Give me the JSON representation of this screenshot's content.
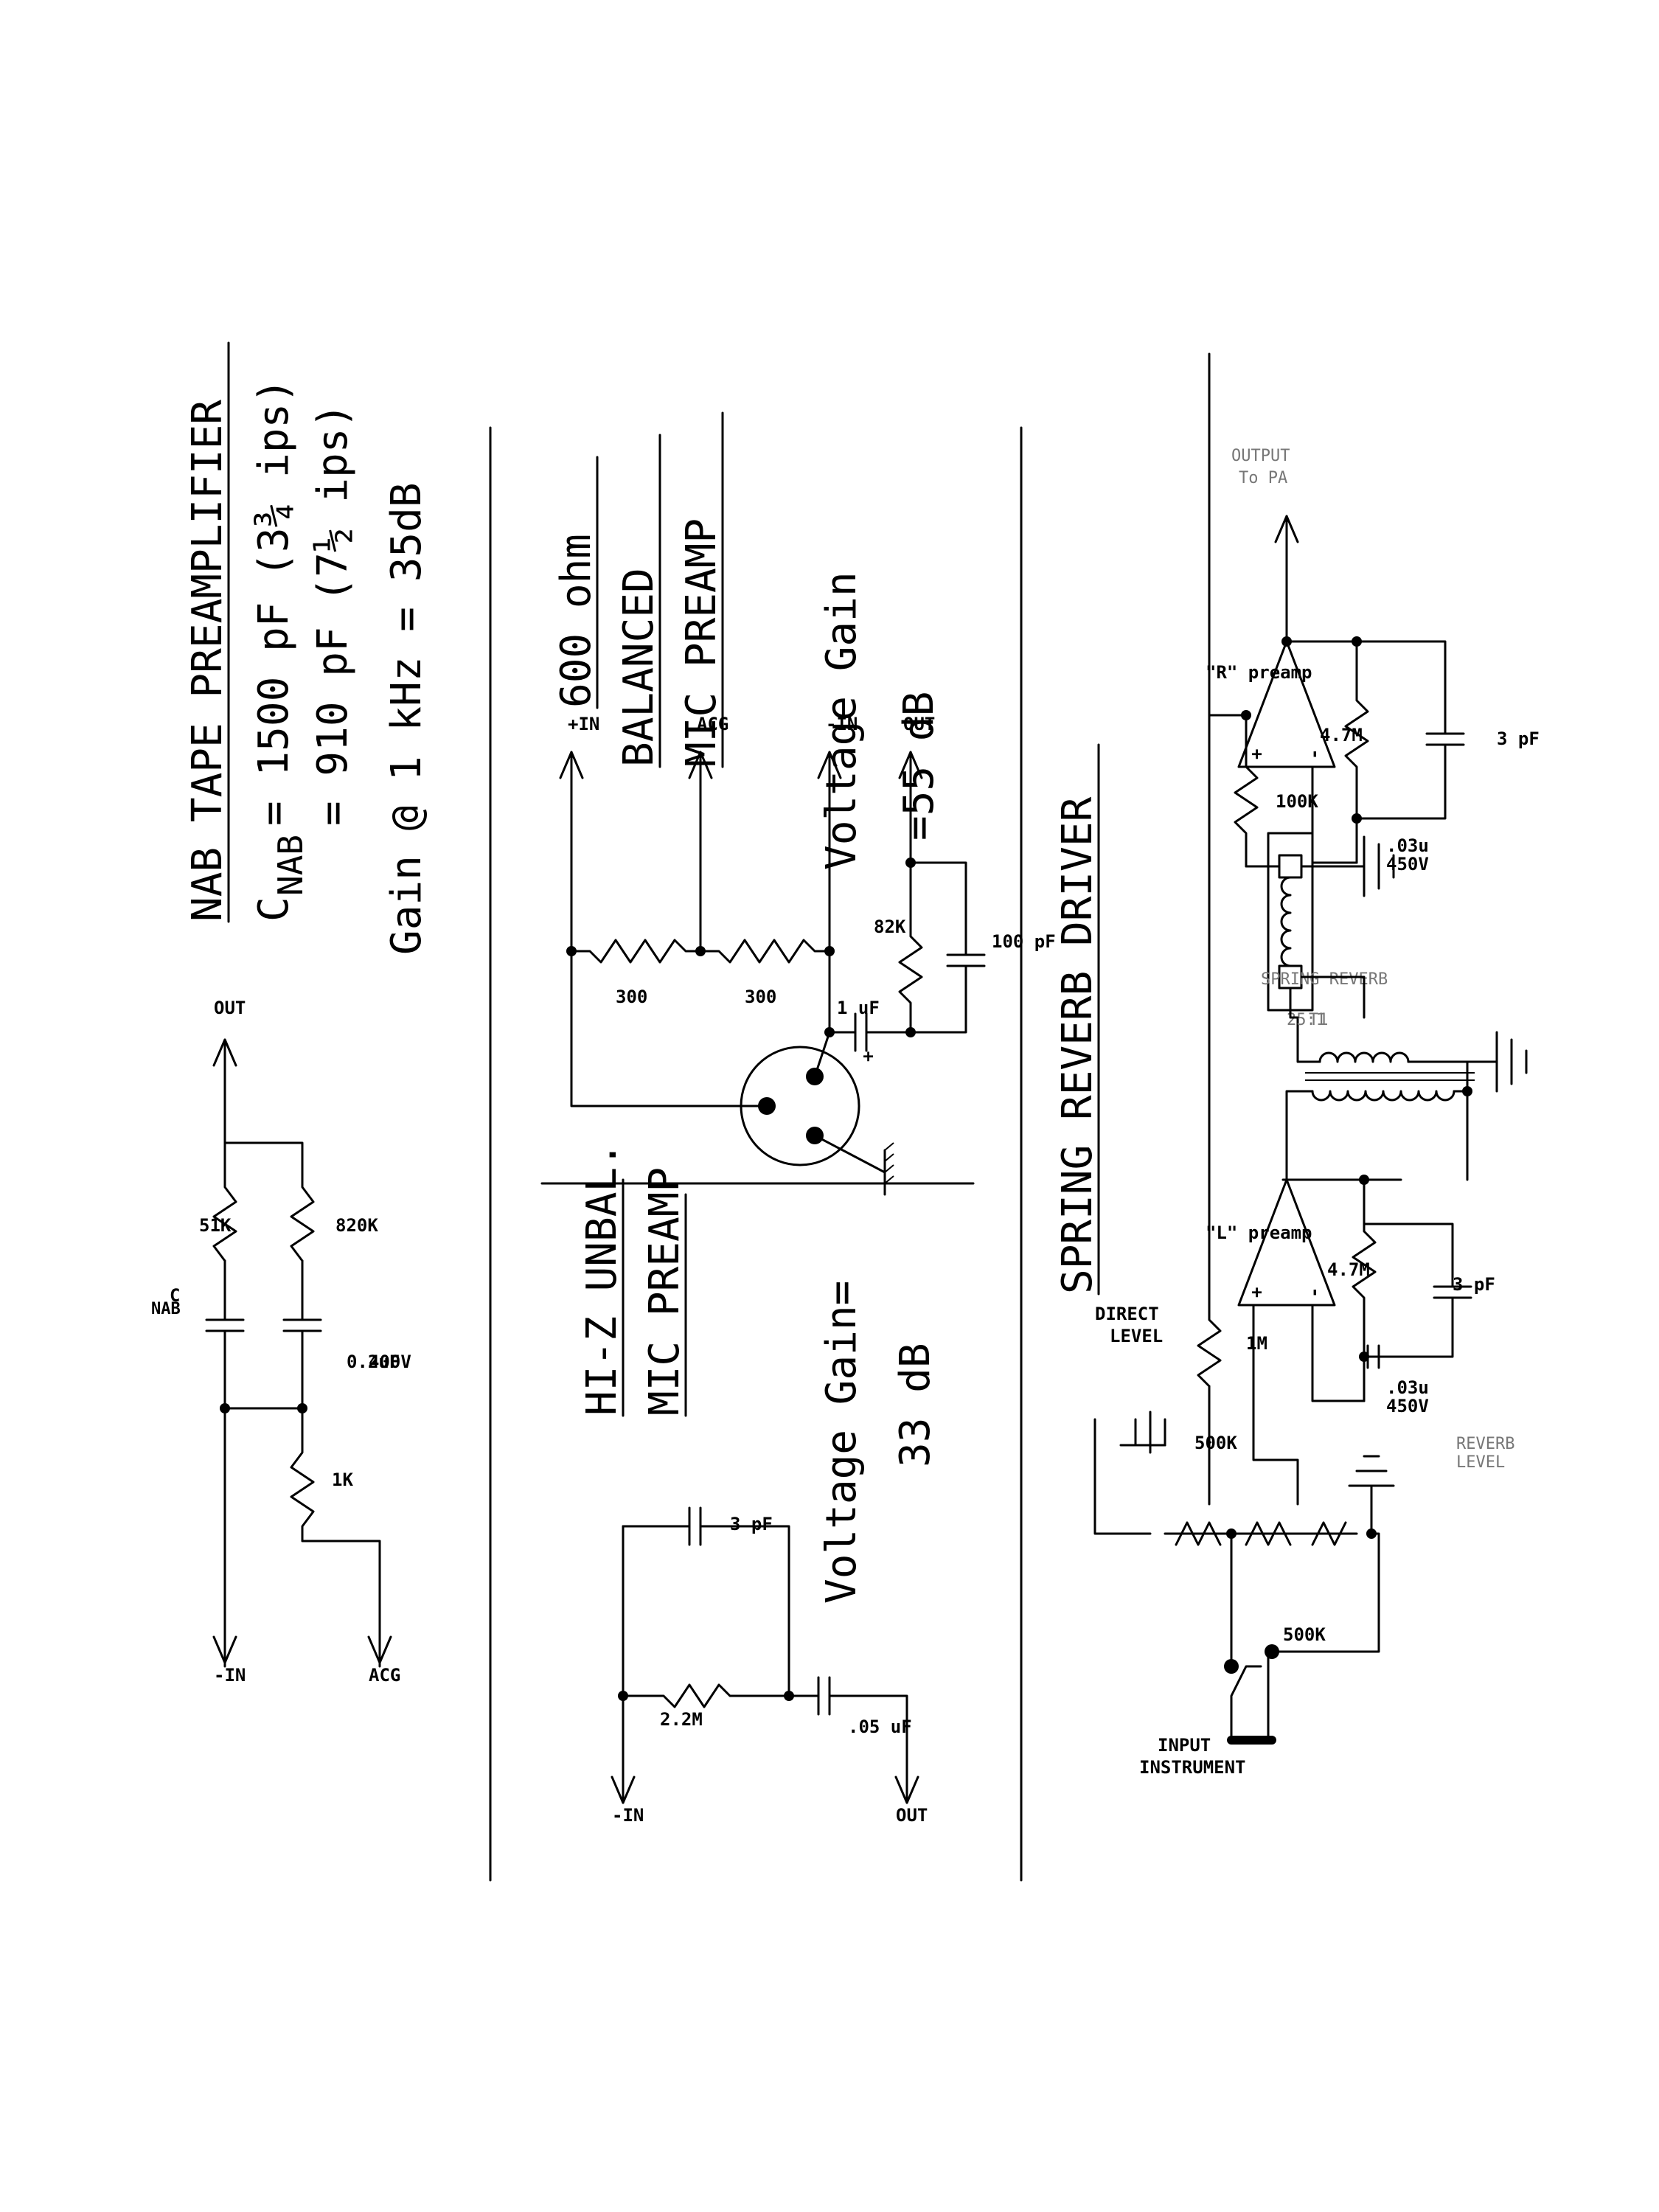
{
  "nab": {
    "title": "NAB TAPE PREAMPLIFIER",
    "cnab_line": "C",
    "cnab_sub": "NAB",
    "cnab_value": "= 1500 pF (3¾ ips)",
    "cnab_value2": "= 910 pF (7½ ips)",
    "gain": "Gain @ 1 kHz = 35dB",
    "labels": {
      "in": "-IN",
      "acg": "ACG",
      "out": "OUT",
      "cnab_c": "C",
      "cnab_c_sub": "NAB",
      "r51k": "51K",
      "r820k": "820K",
      "c02": "0.2uF",
      "c02v": "400V",
      "r1k": "1K"
    }
  },
  "balanced": {
    "title1": "600 ohm",
    "title2": "BALANCED",
    "title3": "MIC PREAMP",
    "gain_label": "Voltage Gain",
    "gain_value": "=55 dB",
    "labels": {
      "pin": "+IN",
      "acg": "ACG",
      "nin": "-IN",
      "out": "OUT",
      "r300a": "300",
      "r300b": "300",
      "c1uf": "1 uF",
      "r82k": "82K",
      "c100pf": "100 pF",
      "plus": "+"
    }
  },
  "hiz": {
    "title1": "HI-Z UNBAL.",
    "title2": "MIC PREAMP",
    "gain_label": "Voltage Gain=",
    "gain_value": "33 dB",
    "labels": {
      "in": "-IN",
      "out": "OUT",
      "r22m": "2.2M",
      "c3pf": "3 pF",
      "c05uf": ".05 uF"
    }
  },
  "reverb": {
    "title": "SPRING REVERB DRIVER",
    "labels": {
      "r_preamp": "\"R\" preamp",
      "l_preamp": "\"L\" preamp",
      "r100k": "100K",
      "r47m_r": "4.7M",
      "c3pf_r": "3 pF",
      "c03u_r": ".03u",
      "c450v_r": "450V",
      "r47m_l": "4.7M",
      "c3pf_l": "3 pF",
      "c03u_l": ".03u",
      "c450v_l": "450V",
      "output1": "OUTPUT",
      "output2": "To PA",
      "spring": "SPRING REVERB",
      "t1": "T1",
      "t1_ratio": "25:1",
      "direct1": "DIRECT",
      "direct2": "LEVEL",
      "r1m": "1M",
      "r500k_a": "500K",
      "r500k_b": "500K",
      "reverb1": "REVERB",
      "reverb2": "LEVEL",
      "inst1": "INSTRUMENT",
      "inst2": "INPUT",
      "plus": "+",
      "minus": "-"
    }
  }
}
